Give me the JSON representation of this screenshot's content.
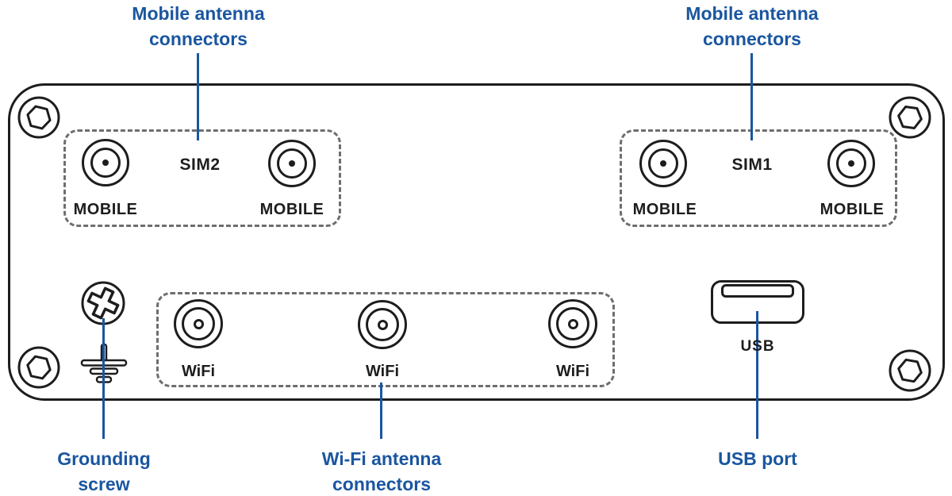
{
  "colors": {
    "accent_blue": "#1a56a0",
    "outline_black": "#1d1d1d",
    "dash_gray": "#6e6e6e",
    "background": "#ffffff"
  },
  "callouts": {
    "top_left": {
      "line1": "Mobile antenna",
      "line2": "connectors"
    },
    "top_right": {
      "line1": "Mobile antenna",
      "line2": "connectors"
    },
    "grounding": {
      "line1": "Grounding",
      "line2": "screw"
    },
    "wifi": {
      "line1": "Wi-Fi antenna",
      "line2": "connectors"
    },
    "usb": {
      "line1": "USB port"
    }
  },
  "device": {
    "sim2_group": {
      "sim_label": "SIM2",
      "connector_labels": [
        "MOBILE",
        "MOBILE"
      ]
    },
    "sim1_group": {
      "sim_label": "SIM1",
      "connector_labels": [
        "MOBILE",
        "MOBILE"
      ]
    },
    "wifi_group": {
      "connector_labels": [
        "WiFi",
        "WiFi",
        "WiFi"
      ]
    },
    "usb_label": "USB"
  }
}
